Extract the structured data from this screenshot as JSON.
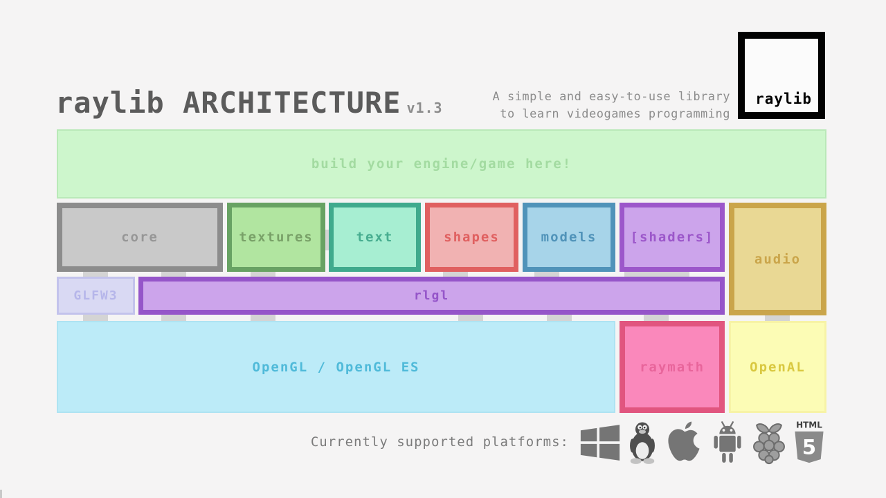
{
  "header": {
    "title": "raylib ARCHITECTURE",
    "version": "v1.3",
    "tagline_line1": "A simple and easy-to-use library",
    "tagline_line2": "to learn videogames programming",
    "title_color": "#5b5b5b",
    "tagline_color": "#8c8c8c",
    "logo": {
      "text": "raylib",
      "border_color": "#010101",
      "fill": "#fbfbfb",
      "text_color": "#010101"
    }
  },
  "diagram": {
    "connector_color": "#d4d4d4",
    "top_layer": {
      "label": "build your engine/game here!",
      "fill": "#cdf6cc",
      "border": "#b9e9b8",
      "text_color": "#a3dba1"
    },
    "modules": [
      {
        "label": "core",
        "fill": "#c9c9c9",
        "border": "#8c8c8c",
        "text_color": "#969696"
      },
      {
        "label": "textures",
        "fill": "#b1e5a0",
        "border": "#68a263",
        "text_color": "#79a168"
      },
      {
        "label": "text",
        "fill": "#a7eed2",
        "border": "#40aa8d",
        "text_color": "#47ad90"
      },
      {
        "label": "shapes",
        "fill": "#f1b2b2",
        "border": "#e06060",
        "text_color": "#e06060"
      },
      {
        "label": "models",
        "fill": "#a7d4e9",
        "border": "#5093b9",
        "text_color": "#5093b9"
      },
      {
        "label": "[shaders]",
        "fill": "#cca4eb",
        "border": "#9c57ca",
        "text_color": "#9c57ca"
      },
      {
        "label": "audio",
        "fill": "#e9d894",
        "border": "#caa54a",
        "text_color": "#caa54a"
      }
    ],
    "mid_layer": [
      {
        "label": "GLFW3",
        "fill": "#d9d9f3",
        "border": "#c3c3ec",
        "text_color": "#b6b6ea"
      },
      {
        "label": "rlgl",
        "fill": "#cca4eb",
        "border": "#9555c9",
        "text_color": "#9555c9"
      }
    ],
    "bottom_layer": [
      {
        "label": "OpenGL / OpenGL ES",
        "fill": "#bcebf8",
        "border": "#aee3f2",
        "text_color": "#4fbad9"
      },
      {
        "label": "raymath",
        "fill": "#fa88bb",
        "border": "#e1557f",
        "text_color": "#e8659b"
      },
      {
        "label": "OpenAL",
        "fill": "#fcfcb5",
        "border": "#f7f3a6",
        "text_color": "#d9c840"
      }
    ]
  },
  "platforms": {
    "label": "Currently supported platforms:",
    "label_color": "#7b7b7b",
    "icon_color": "#757575",
    "icons": [
      "windows",
      "linux",
      "apple",
      "android",
      "raspberry-pi",
      "html5"
    ],
    "html5_label": "HTML",
    "html5_number": "5"
  }
}
